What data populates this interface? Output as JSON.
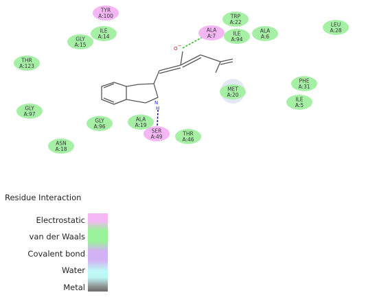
{
  "residues": [
    {
      "id": "tyr-a100",
      "line1": "TYR",
      "line2": "A:100",
      "type": "Electrostatic"
    },
    {
      "id": "ile-a14",
      "line1": "ILE",
      "line2": "A:14",
      "type": "van der Waals"
    },
    {
      "id": "gly-a15",
      "line1": "GLY",
      "line2": "A:15",
      "type": "van der Waals"
    },
    {
      "id": "thr-a123",
      "line1": "THR",
      "line2": "A:123",
      "type": "van der Waals"
    },
    {
      "id": "trp-a22",
      "line1": "TRP",
      "line2": "A:22",
      "type": "van der Waals"
    },
    {
      "id": "ala-a7",
      "line1": "ALA",
      "line2": "A:7",
      "type": "Electrostatic"
    },
    {
      "id": "ile-a94",
      "line1": "ILE",
      "line2": "A:94",
      "type": "van der Waals"
    },
    {
      "id": "ala-a6",
      "line1": "ALA",
      "line2": "A:6",
      "type": "van der Waals"
    },
    {
      "id": "leu-a28",
      "line1": "LEU",
      "line2": "A:28",
      "type": "van der Waals"
    },
    {
      "id": "met-a20",
      "line1": "MET",
      "line2": "A:20",
      "type": "van der Waals"
    },
    {
      "id": "phe-a31",
      "line1": "PHE",
      "line2": "A:31",
      "type": "van der Waals"
    },
    {
      "id": "ile-a5",
      "line1": "ILE",
      "line2": "A:5",
      "type": "van der Waals"
    },
    {
      "id": "gly-a97",
      "line1": "GLY",
      "line2": "A:97",
      "type": "van der Waals"
    },
    {
      "id": "gly-a96",
      "line1": "GLY",
      "line2": "A:96",
      "type": "van der Waals"
    },
    {
      "id": "ala-a19",
      "line1": "ALA",
      "line2": "A:19",
      "type": "van der Waals"
    },
    {
      "id": "ser-a49",
      "line1": "SER",
      "line2": "A:49",
      "type": "Electrostatic"
    },
    {
      "id": "thr-a46",
      "line1": "THR",
      "line2": "A:46",
      "type": "van der Waals"
    },
    {
      "id": "asn-a18",
      "line1": "ASN",
      "line2": "A:18",
      "type": "van der Waals"
    }
  ],
  "ligand": {
    "oxygen_label": "O",
    "oxygen_charge": "−",
    "nitrogen_label": "N",
    "hydrogen_label": "H"
  },
  "legend": {
    "title": "Residue Interaction",
    "items": [
      "Electrostatic",
      "van der Waals",
      "Covalent bond",
      "Water",
      "Metal"
    ]
  },
  "colors": {
    "Electrostatic": "#f4b6f4",
    "van der Waals": "#a6f0a6",
    "residue_text": "#333333",
    "hbond_green": "#2dbf2d",
    "hbond_blue": "#1a1acc",
    "bond": "#555555",
    "oxygen": "#e01010",
    "nitrogen": "#2020e0"
  }
}
